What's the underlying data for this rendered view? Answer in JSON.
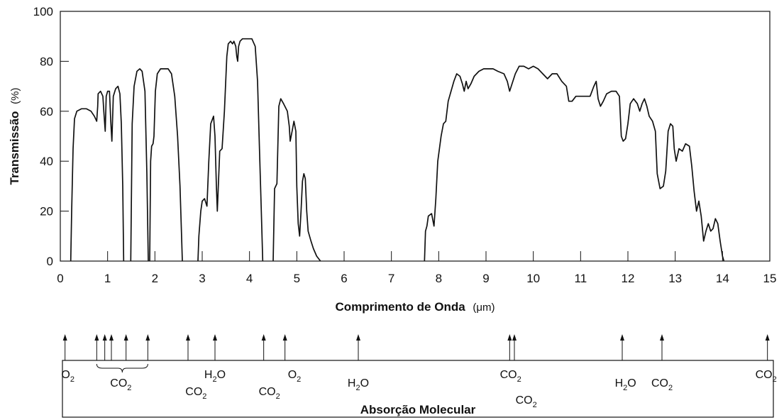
{
  "chart_data": {
    "type": "line",
    "xlabel": "Comprimento de Onda",
    "xlabel_unit": "(μm)",
    "ylabel": "Transmissão",
    "ylabel_unit": "(%)",
    "xlim": [
      0,
      15
    ],
    "ylim": [
      0,
      100
    ],
    "xticks": [
      "0",
      "1",
      "2",
      "3",
      "4",
      "5",
      "6",
      "7",
      "8",
      "9",
      "10",
      "11",
      "12",
      "13",
      "14",
      "15"
    ],
    "yticks": [
      "0",
      "20",
      "40",
      "60",
      "80",
      "100"
    ],
    "grid": false,
    "series": [
      {
        "segments": [
          [
            [
              0.22,
              0
            ],
            [
              0.24,
              20
            ],
            [
              0.27,
              45
            ],
            [
              0.3,
              57
            ],
            [
              0.35,
              60
            ],
            [
              0.45,
              61
            ],
            [
              0.55,
              61
            ],
            [
              0.65,
              60
            ],
            [
              0.72,
              58
            ],
            [
              0.77,
              56
            ],
            [
              0.79,
              62
            ],
            [
              0.8,
              67
            ],
            [
              0.85,
              68
            ],
            [
              0.9,
              66
            ],
            [
              0.92,
              60
            ],
            [
              0.95,
              52
            ],
            [
              0.97,
              66
            ],
            [
              1.0,
              68
            ],
            [
              1.04,
              68
            ],
            [
              1.07,
              55
            ],
            [
              1.09,
              48
            ],
            [
              1.12,
              66
            ],
            [
              1.17,
              69
            ],
            [
              1.22,
              70
            ],
            [
              1.26,
              67
            ],
            [
              1.29,
              55
            ],
            [
              1.32,
              30
            ],
            [
              1.34,
              0
            ]
          ],
          [
            [
              1.49,
              0
            ],
            [
              1.52,
              55
            ],
            [
              1.56,
              70
            ],
            [
              1.62,
              76
            ],
            [
              1.68,
              77
            ],
            [
              1.73,
              76
            ],
            [
              1.79,
              68
            ],
            [
              1.83,
              35
            ],
            [
              1.86,
              0
            ]
          ],
          [
            [
              1.89,
              0
            ],
            [
              1.91,
              40
            ],
            [
              1.93,
              46
            ],
            [
              1.96,
              47
            ],
            [
              1.98,
              50
            ],
            [
              2.01,
              68
            ],
            [
              2.05,
              75
            ],
            [
              2.12,
              77
            ],
            [
              2.2,
              77
            ],
            [
              2.28,
              77
            ],
            [
              2.35,
              75
            ],
            [
              2.42,
              66
            ],
            [
              2.48,
              50
            ],
            [
              2.53,
              30
            ],
            [
              2.56,
              12
            ],
            [
              2.58,
              0
            ]
          ],
          [
            [
              2.91,
              0
            ],
            [
              2.93,
              10
            ],
            [
              2.97,
              20
            ],
            [
              3.0,
              24
            ],
            [
              3.05,
              25
            ],
            [
              3.1,
              22
            ],
            [
              3.14,
              40
            ],
            [
              3.18,
              55
            ],
            [
              3.24,
              58
            ],
            [
              3.27,
              50
            ],
            [
              3.3,
              30
            ],
            [
              3.32,
              20
            ],
            [
              3.34,
              30
            ],
            [
              3.37,
              44
            ],
            [
              3.42,
              45
            ],
            [
              3.47,
              60
            ],
            [
              3.52,
              82
            ],
            [
              3.55,
              87
            ],
            [
              3.6,
              88
            ],
            [
              3.64,
              87
            ],
            [
              3.67,
              88
            ],
            [
              3.71,
              86
            ],
            [
              3.73,
              82
            ],
            [
              3.75,
              80
            ],
            [
              3.77,
              86
            ],
            [
              3.8,
              88
            ],
            [
              3.85,
              89
            ],
            [
              3.95,
              89
            ],
            [
              4.05,
              89
            ],
            [
              4.12,
              86
            ],
            [
              4.17,
              72
            ],
            [
              4.21,
              45
            ],
            [
              4.25,
              20
            ],
            [
              4.28,
              0
            ]
          ],
          [
            [
              4.5,
              0
            ],
            [
              4.53,
              29
            ],
            [
              4.58,
              31
            ],
            [
              4.62,
              62
            ],
            [
              4.66,
              65
            ],
            [
              4.72,
              63
            ],
            [
              4.8,
              60
            ],
            [
              4.84,
              54
            ],
            [
              4.86,
              48
            ],
            [
              4.9,
              52
            ],
            [
              4.94,
              56
            ],
            [
              4.98,
              52
            ],
            [
              5.0,
              30
            ],
            [
              5.03,
              15
            ],
            [
              5.06,
              10
            ],
            [
              5.09,
              20
            ],
            [
              5.12,
              32
            ],
            [
              5.15,
              35
            ],
            [
              5.18,
              33
            ],
            [
              5.21,
              20
            ],
            [
              5.24,
              12
            ],
            [
              5.3,
              8
            ],
            [
              5.35,
              5
            ],
            [
              5.42,
              2
            ],
            [
              5.5,
              0
            ]
          ],
          [
            [
              7.7,
              0
            ],
            [
              7.72,
              12
            ],
            [
              7.75,
              14
            ],
            [
              7.78,
              18
            ],
            [
              7.85,
              19
            ],
            [
              7.9,
              14
            ],
            [
              7.94,
              25
            ],
            [
              7.98,
              40
            ],
            [
              8.05,
              50
            ],
            [
              8.1,
              55
            ],
            [
              8.15,
              56
            ],
            [
              8.2,
              64
            ],
            [
              8.26,
              68
            ],
            [
              8.32,
              72
            ],
            [
              8.38,
              75
            ],
            [
              8.45,
              74
            ],
            [
              8.5,
              71
            ],
            [
              8.54,
              68
            ],
            [
              8.58,
              72
            ],
            [
              8.62,
              69
            ],
            [
              8.68,
              71
            ],
            [
              8.75,
              74
            ],
            [
              8.85,
              76
            ],
            [
              8.95,
              77
            ],
            [
              9.05,
              77
            ],
            [
              9.15,
              77
            ],
            [
              9.25,
              76
            ],
            [
              9.38,
              75
            ],
            [
              9.45,
              72
            ],
            [
              9.5,
              68
            ],
            [
              9.55,
              71
            ],
            [
              9.62,
              75
            ],
            [
              9.7,
              78
            ],
            [
              9.8,
              78
            ],
            [
              9.9,
              77
            ],
            [
              10.0,
              78
            ],
            [
              10.1,
              77
            ],
            [
              10.2,
              75
            ],
            [
              10.3,
              73
            ],
            [
              10.4,
              75
            ],
            [
              10.5,
              75
            ],
            [
              10.6,
              72
            ],
            [
              10.7,
              70
            ],
            [
              10.75,
              64
            ],
            [
              10.82,
              64
            ],
            [
              10.9,
              66
            ],
            [
              11.0,
              66
            ],
            [
              11.1,
              66
            ],
            [
              11.2,
              66
            ],
            [
              11.28,
              70
            ],
            [
              11.33,
              72
            ],
            [
              11.37,
              65
            ],
            [
              11.42,
              62
            ],
            [
              11.48,
              64
            ],
            [
              11.55,
              67
            ],
            [
              11.65,
              68
            ],
            [
              11.75,
              68
            ],
            [
              11.82,
              66
            ],
            [
              11.86,
              50
            ],
            [
              11.9,
              48
            ],
            [
              11.95,
              49
            ],
            [
              12.0,
              55
            ],
            [
              12.05,
              63
            ],
            [
              12.12,
              65
            ],
            [
              12.2,
              63
            ],
            [
              12.25,
              60
            ],
            [
              12.3,
              63
            ],
            [
              12.35,
              65
            ],
            [
              12.4,
              62
            ],
            [
              12.45,
              58
            ],
            [
              12.52,
              56
            ],
            [
              12.58,
              52
            ],
            [
              12.62,
              35
            ],
            [
              12.68,
              29
            ],
            [
              12.75,
              30
            ],
            [
              12.8,
              36
            ],
            [
              12.85,
              52
            ],
            [
              12.9,
              55
            ],
            [
              12.95,
              54
            ],
            [
              12.98,
              45
            ],
            [
              13.02,
              40
            ],
            [
              13.08,
              45
            ],
            [
              13.15,
              44
            ],
            [
              13.22,
              47
            ],
            [
              13.3,
              46
            ],
            [
              13.35,
              38
            ],
            [
              13.4,
              28
            ],
            [
              13.45,
              20
            ],
            [
              13.5,
              24
            ],
            [
              13.55,
              18
            ],
            [
              13.6,
              8
            ],
            [
              13.65,
              12
            ],
            [
              13.7,
              15
            ],
            [
              13.75,
              12
            ],
            [
              13.8,
              13
            ],
            [
              13.85,
              17
            ],
            [
              13.9,
              15
            ],
            [
              13.95,
              8
            ],
            [
              14.0,
              2
            ],
            [
              14.03,
              0
            ]
          ]
        ]
      }
    ],
    "molecular_absorption": {
      "title": "Absorção Molecular",
      "arrows_um": [
        0.1,
        0.77,
        0.94,
        1.08,
        1.39,
        1.85,
        2.7,
        3.27,
        4.3,
        4.75,
        6.3,
        9.5,
        9.6,
        11.88,
        12.72,
        14.95
      ],
      "labels": [
        {
          "base": "O",
          "sub": "2",
          "at_um": 0.16,
          "row": 1
        },
        {
          "base": "CO",
          "sub": "2",
          "at_um": 1.28,
          "row": 2
        },
        {
          "base": "CO",
          "sub": "2",
          "at_um": 2.87,
          "row": 3
        },
        {
          "base": "H",
          "sub": "2",
          "tail": "O",
          "at_um": 3.27,
          "row": 1
        },
        {
          "base": "CO",
          "sub": "2",
          "at_um": 4.42,
          "row": 3
        },
        {
          "base": "O",
          "sub": "2",
          "at_um": 4.95,
          "row": 1
        },
        {
          "base": "H",
          "sub": "2",
          "tail": "O",
          "at_um": 6.3,
          "row": 2
        },
        {
          "base": "CO",
          "sub": "2",
          "at_um": 9.52,
          "row": 1
        },
        {
          "base": "CO",
          "sub": "2",
          "at_um": 9.85,
          "row": 4
        },
        {
          "base": "H",
          "sub": "2",
          "tail": "O",
          "at_um": 11.95,
          "row": 2
        },
        {
          "base": "CO",
          "sub": "2",
          "at_um": 12.72,
          "row": 2
        },
        {
          "base": "CO",
          "sub": "2",
          "at_um": 14.92,
          "row": 1
        }
      ]
    }
  }
}
